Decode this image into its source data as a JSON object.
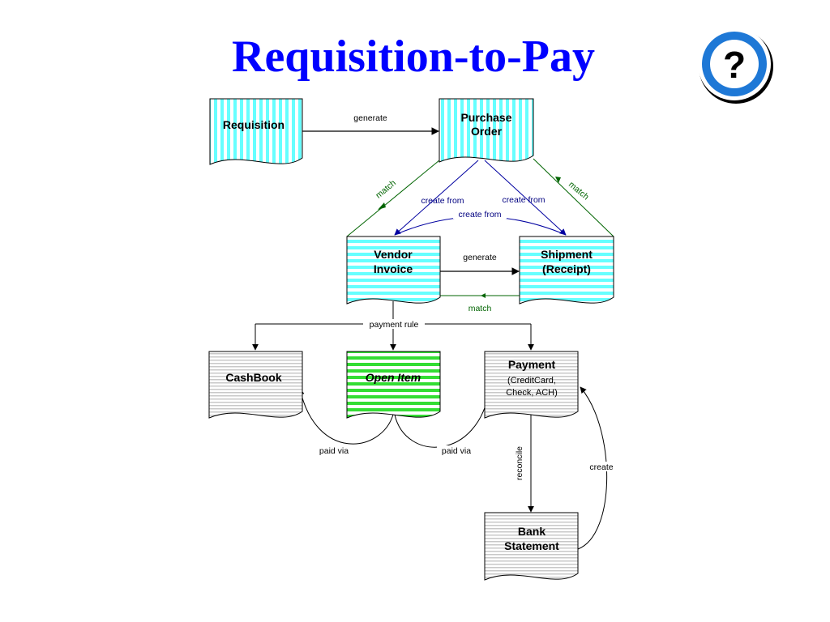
{
  "title": "Requisition-to-Pay",
  "help_icon": {
    "icon": "question-mark-icon",
    "symbol": "?",
    "color": "#1e78d6"
  },
  "documents": {
    "requisition": {
      "line1": "Requisition"
    },
    "purchase_order": {
      "line1": "Purchase",
      "line2": "Order"
    },
    "vendor_invoice": {
      "line1": "Vendor",
      "line2": "Invoice"
    },
    "shipment": {
      "line1": "Shipment",
      "line2": "(Receipt)"
    },
    "cashbook": {
      "line1": "CashBook"
    },
    "open_item": {
      "line1": "Open Item"
    },
    "payment": {
      "line1": "Payment",
      "line2": "(CreditCard,",
      "line3": "Check, ACH)"
    },
    "bank_statement": {
      "line1": "Bank",
      "line2": "Statement"
    }
  },
  "edges": {
    "req_po": "generate",
    "po_invoice_match": "match",
    "po_shipment_match": "match",
    "po_invoice_create": "create from",
    "po_shipment_create": "create from",
    "invoice_shipment_create": "create from",
    "invoice_shipment_generate": "generate",
    "shipment_invoice_match": "match",
    "payment_rule": "payment rule",
    "cashbook_paid_via": "paid via",
    "payment_paid_via": "paid via",
    "reconcile": "reconcile",
    "create": "create"
  },
  "colors": {
    "cyan_stripe": "#66ffff",
    "green_stripe": "#33dd33",
    "gray_stripe": "#c8c8c8",
    "blue_edge": "#0000a0",
    "green_edge": "#006400",
    "title": "#0000ff"
  }
}
